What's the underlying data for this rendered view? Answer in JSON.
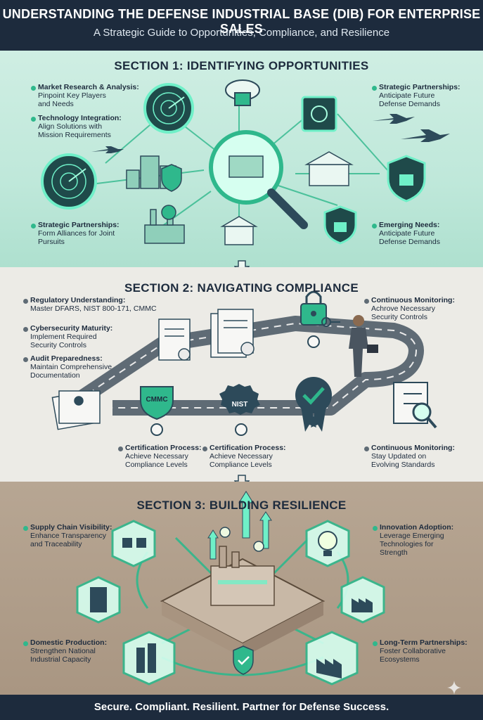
{
  "header": {
    "title": "UNDERSTANDING THE DEFENSE INDUSTRIAL BASE (DIB) FOR ENTERPRISE SALES",
    "subtitle": "A Strategic Guide to Opportunities, Compliance, and Resilience"
  },
  "section1": {
    "title": "SECTION 1: IDENTIFYING OPPORTUNITIES",
    "items": [
      {
        "heading": "Market Research & Analysis:",
        "desc1": "Pinpoint Key Players",
        "desc2": "and Needs"
      },
      {
        "heading": "Technology Integration:",
        "desc1": "Align Solutions with",
        "desc2": "Mission Requirements"
      },
      {
        "heading": "Strategic Partnerships:",
        "desc1": "Form Alliances for Joint",
        "desc2": "Pursuits"
      },
      {
        "heading": "Strategic Partnerships:",
        "desc1": "Anticipate Future",
        "desc2": "Defense Demands"
      },
      {
        "heading": "Emerging Needs:",
        "desc1": "Anticipate Future",
        "desc2": "Defense Demands"
      }
    ]
  },
  "section2": {
    "title": "SECTION 2: NAVIGATING COMPLIANCE",
    "items": [
      {
        "heading": "Regulatory Understanding:",
        "desc1": "Master DFARS, NIST 800-171, CMMC",
        "desc2": ""
      },
      {
        "heading": "Cybersecurity Maturity:",
        "desc1": "Implement Required",
        "desc2": "Security Controls"
      },
      {
        "heading": "Audit Preparedness:",
        "desc1": "Maintain Comprehensive",
        "desc2": "Documentation"
      },
      {
        "heading": "Continuous Monitoring:",
        "desc1": "Achrove Necessary",
        "desc2": "Security Controls"
      },
      {
        "heading": "Certification Process:",
        "desc1": "Achieve Necessary",
        "desc2": "Compliance Levels"
      },
      {
        "heading": "Certification Process:",
        "desc1": "Achieve Necessary",
        "desc2": "Compliance Levels"
      },
      {
        "heading": "Continuous Monitoring:",
        "desc1": "Stay Updated on",
        "desc2": "Evolving Standards"
      }
    ],
    "badges": {
      "cmmc": "CMMC",
      "nist": "NIST"
    }
  },
  "section3": {
    "title": "SECTION 3: BUILDING RESILIENCE",
    "items": [
      {
        "heading": "Supply Chain Visibility:",
        "desc1": "Enhance Transparency",
        "desc2": "and Traceability"
      },
      {
        "heading": "Innovation Adoption:",
        "desc1": "Leverage Emerging",
        "desc2": "Technologies for",
        "desc3": "Strength"
      },
      {
        "heading": "Domestic Production:",
        "desc1": "Strengthen National",
        "desc2": "Industrial Capacity"
      },
      {
        "heading": "Long-Term Partnerships:",
        "desc1": "Foster Collaborative",
        "desc2": "Ecosystems"
      }
    ]
  },
  "footer": {
    "tagline": "Secure. Compliant. Resilient. Partner for Defense Success."
  },
  "colors": {
    "navy": "#1d2b3d",
    "teal": "#2fb88c",
    "mint": "#bfe8da",
    "sand": "#b09c88"
  }
}
